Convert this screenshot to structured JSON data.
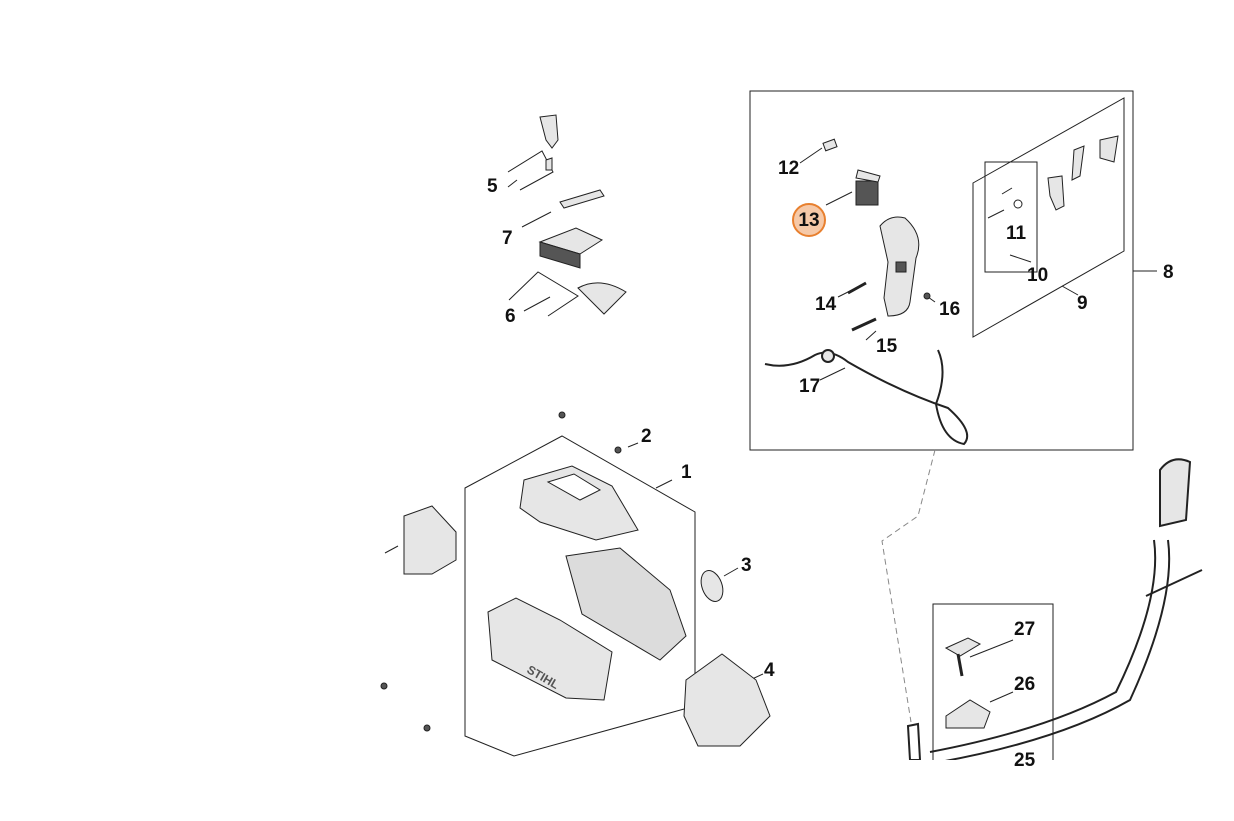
{
  "labels": {
    "n1": "1",
    "n2": "2",
    "n3": "3",
    "n4": "4",
    "n5": "5",
    "n6": "6",
    "n7": "7",
    "n8": "8",
    "n9": "9",
    "n10": "10",
    "n11": "11",
    "n12": "12",
    "n13": "13",
    "n14": "14",
    "n15": "15",
    "n16": "16",
    "n17": "17",
    "n25": "25",
    "n26": "26",
    "n27": "27"
  },
  "brand_text": "STIHL",
  "highlighted_part": "13",
  "colors": {
    "line": "#222222",
    "part_fill": "#e6e6e6",
    "part_dark": "#555555",
    "highlight_fill": "#f6c9a8",
    "highlight_border": "#e8802f"
  }
}
